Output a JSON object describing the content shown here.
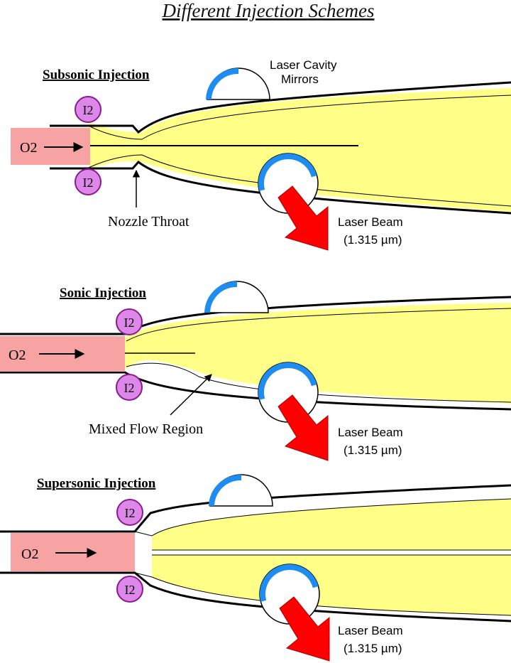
{
  "title": "Different Injection Schemes",
  "colors": {
    "o2_fill": "#f7a3a3",
    "flow_fill": "#ffff88",
    "i2_fill": "#dd88e8",
    "i2_stroke": "#8a1a8e",
    "mirror_blue": "#1e8cf0",
    "beam_red": "#ff0000"
  },
  "panels": [
    {
      "heading": "Subsonic Injection",
      "o2_label": "O2",
      "i2_top_label": "I2",
      "i2_bottom_label": "I2",
      "callout": "Nozzle Throat",
      "mirror_label_line1": "Laser Cavity",
      "mirror_label_line2": "Mirrors",
      "beam_label_line1": "Laser Beam",
      "beam_label_line2": "(1.315 µm)"
    },
    {
      "heading": "Sonic Injection",
      "o2_label": "O2",
      "i2_top_label": "I2",
      "i2_bottom_label": "I2",
      "callout": "Mixed Flow Region",
      "beam_label_line1": "Laser Beam",
      "beam_label_line2": "(1.315 µm)"
    },
    {
      "heading": "Supersonic Injection",
      "o2_label": "O2",
      "i2_top_label": "I2",
      "i2_bottom_label": "I2",
      "beam_label_line1": "Laser Beam",
      "beam_label_line2": "(1.315 µm)"
    }
  ]
}
